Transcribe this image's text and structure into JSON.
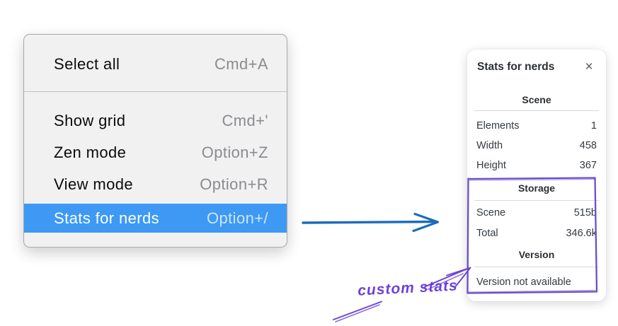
{
  "colors": {
    "menu_bg": "#f1f1f2",
    "menu_border": "#a9a9ae",
    "highlight_bg": "#3d99f4",
    "blue_arrow": "#1b6cb8",
    "purple_sketch": "#6a4fc9",
    "purple_text": "#6b42d8"
  },
  "menu": {
    "items": [
      {
        "label": "Select all",
        "shortcut": "Cmd+A"
      },
      {
        "label": "Show grid",
        "shortcut": "Cmd+'"
      },
      {
        "label": "Zen mode",
        "shortcut": "Option+Z"
      },
      {
        "label": "View mode",
        "shortcut": "Option+R"
      },
      {
        "label": "Stats for nerds",
        "shortcut": "Option+/"
      }
    ]
  },
  "stats": {
    "title": "Stats for nerds",
    "close_icon": "×",
    "scene": {
      "heading": "Scene",
      "rows": [
        {
          "label": "Elements",
          "value": "1"
        },
        {
          "label": "Width",
          "value": "458"
        },
        {
          "label": "Height",
          "value": "367"
        }
      ]
    },
    "storage": {
      "heading": "Storage",
      "rows": [
        {
          "label": "Scene",
          "value": "515b"
        },
        {
          "label": "Total",
          "value": "346.6k"
        }
      ]
    },
    "version": {
      "heading": "Version",
      "note": "Version not available"
    }
  },
  "annotation": {
    "label": "custom stats"
  }
}
